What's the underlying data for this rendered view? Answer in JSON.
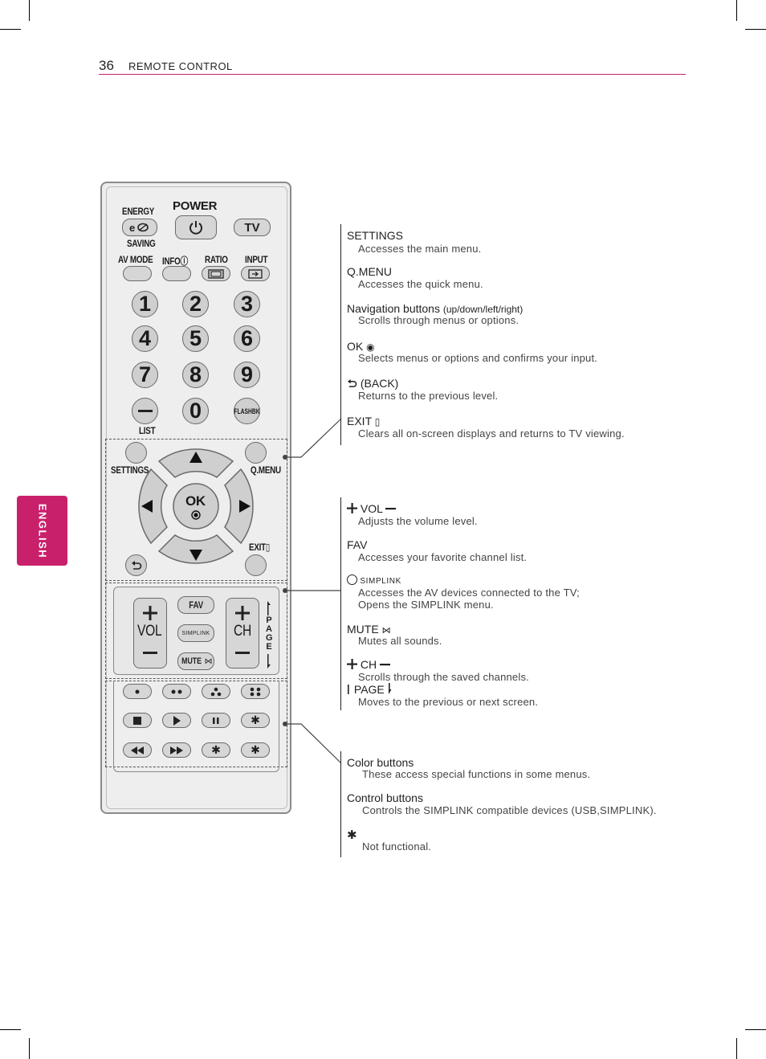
{
  "header": {
    "page_number": "36",
    "section_title": "REMOTE CONTROL"
  },
  "side_tab": {
    "label": "ENGLISH"
  },
  "remote": {
    "energy_label": "ENERGY",
    "saving_label": "SAVING",
    "power_label": "POWER",
    "tv_label": "TV",
    "av_mode_label": "AV MODE",
    "info_label": "INFO",
    "ratio_label": "RATIO",
    "input_label": "INPUT",
    "digits": [
      "1",
      "2",
      "3",
      "4",
      "5",
      "6",
      "7",
      "8",
      "9",
      "0"
    ],
    "list_label": "LIST",
    "flashbk_label": "FLASHBK",
    "settings_label": "SETTINGS",
    "qmenu_label": "Q.MENU",
    "ok_label": "OK",
    "exit_label": "EXIT",
    "vol_label": "VOL",
    "ch_label": "CH",
    "fav_label": "FAV",
    "simplink_label": "SIMPLINK",
    "mute_label": "MUTE",
    "page_letters": [
      "P",
      "A",
      "G",
      "E"
    ]
  },
  "descriptions": {
    "settings": {
      "term": "SETTINGS",
      "desc": "Accesses the main menu."
    },
    "qmenu": {
      "term": "Q.MENU",
      "desc": "Accesses the quick menu."
    },
    "navigation": {
      "term": "Navigation buttons",
      "qualifier": "(up/down/left/right)",
      "desc": "Scrolls through menus or options."
    },
    "ok": {
      "term": "OK",
      "desc": "Selects menus or options and confirms your input."
    },
    "back": {
      "term": "(BACK)",
      "desc": "Returns to the previous level."
    },
    "exit": {
      "term": "EXIT",
      "desc": "Clears all on-screen displays and returns to TV viewing."
    },
    "vol": {
      "term": "VOL",
      "desc": "Adjusts the volume level."
    },
    "fav": {
      "term": "FAV",
      "desc": "Accesses your favorite channel list."
    },
    "simplink": {
      "term": "SIMPLINK",
      "desc1": "Accesses the AV devices connected to the TV;",
      "desc2": "Opens the SIMPLINK menu."
    },
    "mute": {
      "term": "MUTE",
      "desc": "Mutes all sounds."
    },
    "ch": {
      "term": "CH",
      "desc": "Scrolls through the saved channels."
    },
    "page": {
      "term": "PAGE",
      "desc": "Moves to the previous or next screen."
    },
    "color": {
      "term": "Color buttons",
      "desc": "These access special functions in some menus."
    },
    "control": {
      "term": "Control buttons",
      "desc": "Controls the SIMPLINK compatible devices (USB,SIMPLINK)."
    },
    "not_functional": {
      "desc": "Not functional."
    }
  },
  "colors": {
    "accent": "#c9206b",
    "rule": "#c4206c"
  }
}
